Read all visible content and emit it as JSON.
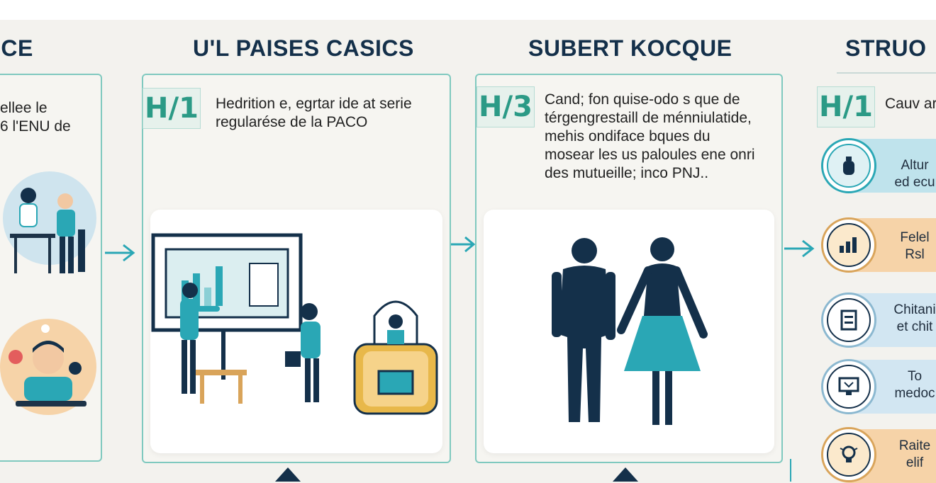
{
  "columns": [
    {
      "title": "ICE",
      "badge": "",
      "desc": "ellee le\n6 l'ENU de"
    },
    {
      "title": "U'L PAISES CASICS",
      "badge": "H/1",
      "desc": "Hedrition e, egrtar ide at serie\nregularése de la PACO"
    },
    {
      "title": "SUBERT KOCQUE",
      "badge": "H/3",
      "desc": "Cand; fon quise-odo s que de\ntérgengrestaill de ménniulatide,\nmehis ondiface bques du\nmosear les us paloules ene onri\ndes mutueille; inco PNJ.."
    },
    {
      "title": "STRUO",
      "badge": "H/1",
      "desc": "Cauv ar"
    }
  ],
  "steps": [
    {
      "label": "Altur\ned ecu",
      "icon": "bottle-icon",
      "color": "#bfe3ec"
    },
    {
      "label": "Felel\nRsl",
      "icon": "chart-icon",
      "color": "#f6d3a8"
    },
    {
      "label": "Chitani\net chit",
      "icon": "list-icon",
      "color": "#d2e6f2"
    },
    {
      "label": "To\nmedoc",
      "icon": "monitor-icon",
      "color": "#d2e6f2"
    },
    {
      "label": "Raite\nelif",
      "icon": "bulb-icon",
      "color": "#f6d3a8"
    }
  ],
  "colors": {
    "teal": "#2aa7b5",
    "navy": "#14304a",
    "border": "#7fc9bf",
    "gold": "#e8b84a"
  }
}
